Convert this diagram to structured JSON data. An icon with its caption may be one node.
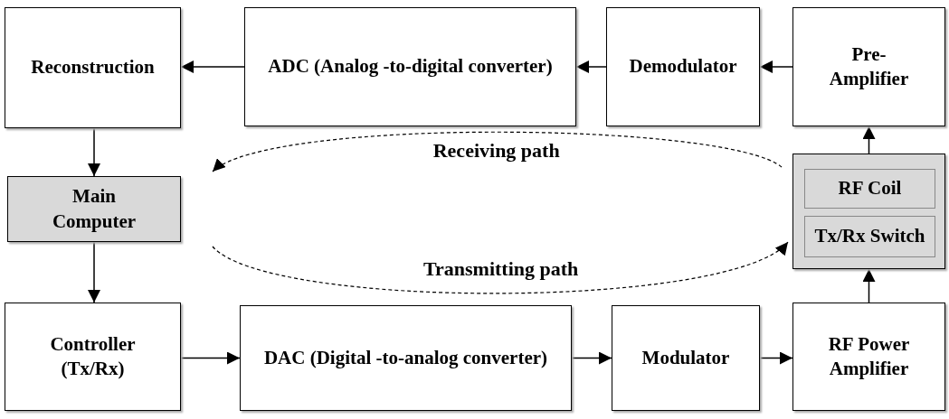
{
  "diagram": {
    "nodes": [
      {
        "text": [
          "Reconstruction"
        ]
      },
      {
        "text": [
          "ADC (Analog -to-digital converter)"
        ]
      },
      {
        "text": [
          "Demodulator"
        ]
      },
      {
        "text": [
          "Pre- Amplifier"
        ]
      },
      {
        "text": [
          "Main Computer"
        ]
      },
      {
        "text": [],
        "shape": "box"
      },
      {
        "text": [
          "RF Coil"
        ],
        "in": 5
      },
      {
        "text": [
          "Tx/Rx Switch"
        ],
        "in": 5
      },
      {
        "text": [
          "Controller (Tx/Rx)"
        ]
      },
      {
        "text": [
          "DAC (Digital -to-analog converter)"
        ]
      },
      {
        "text": [
          "Modulator"
        ]
      },
      {
        "text": [
          "RF Power Amplifier"
        ]
      }
    ],
    "edges": [
      {
        "from": 1,
        "to": 0,
        "arrow": "to"
      },
      {
        "from": 2,
        "to": 1,
        "arrow": "to"
      },
      {
        "from": 3,
        "to": 2,
        "arrow": "to"
      },
      {
        "from": 0,
        "to": 4,
        "arrow": "to"
      },
      {
        "from": 4,
        "to": 8,
        "arrow": "to"
      },
      {
        "from": 8,
        "to": 9,
        "arrow": "to"
      },
      {
        "from": 9,
        "to": 10,
        "arrow": "to"
      },
      {
        "from": 10,
        "to": 11,
        "arrow": "to"
      },
      {
        "from": 11,
        "to": 5,
        "arrow": "to"
      },
      {
        "from": 5,
        "to": 3,
        "arrow": "to"
      },
      {
        "from": 5,
        "to": 4,
        "arrow": "to",
        "label": "Receiving path",
        "style": "dashed"
      },
      {
        "from": 4,
        "to": 5,
        "arrow": "to",
        "label": "Transmitting path",
        "style": "dashed"
      }
    ]
  }
}
